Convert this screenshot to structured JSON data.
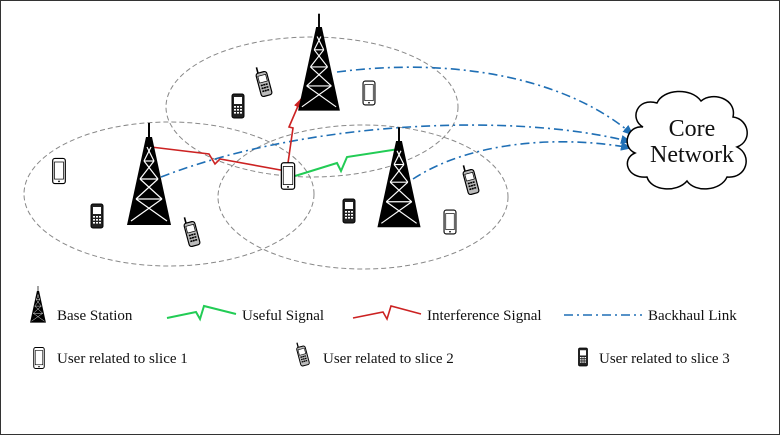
{
  "cloud": {
    "line1": "Core",
    "line2": "Network"
  },
  "legend": {
    "base_station": "Base Station",
    "useful_signal": "Useful Signal",
    "interference_signal": "Interference Signal",
    "backhaul_link": "Backhaul Link",
    "slice1": "User related to slice 1",
    "slice2": "User related to slice 2",
    "slice3": "User related to slice 3"
  },
  "colors": {
    "backhaul": "#1f6fb5",
    "useful": "#22cc55",
    "interference": "#cc2222",
    "cell_outline": "#888888"
  }
}
